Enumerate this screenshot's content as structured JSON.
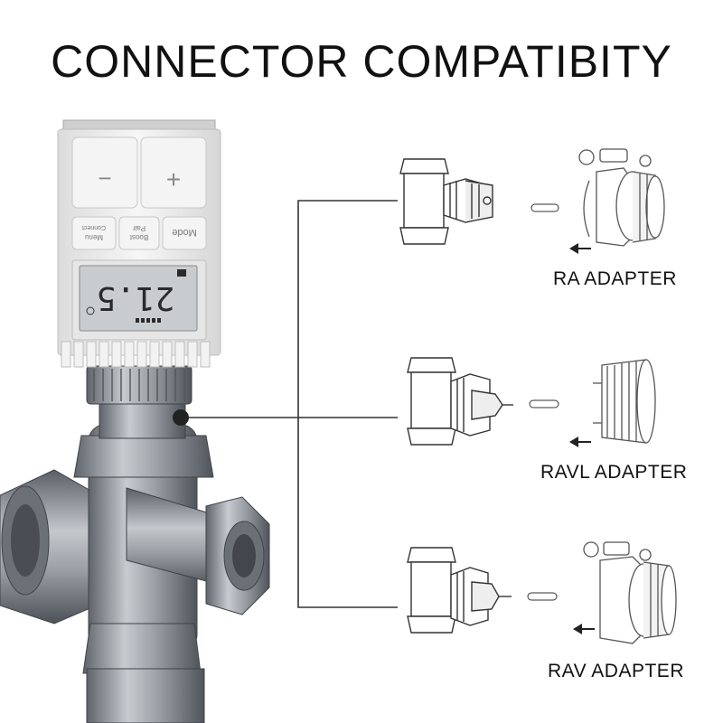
{
  "title": "CONNECTOR COMPATIBITY",
  "thermostat": {
    "minus_label": "−",
    "plus_label": "+",
    "button_menu": "Menu",
    "button_connect": "Connect",
    "button_pair": "Pair",
    "button_boost": "Boost",
    "button_mode": "Mode",
    "display_value": "21.5"
  },
  "adapters": [
    {
      "label": "RA ADAPTER"
    },
    {
      "label": "RAVL ADAPTER"
    },
    {
      "label": "RAV ADAPTER"
    }
  ],
  "colors": {
    "line": "#333333",
    "device_body": "#eeeeee",
    "metal": "#8f9399",
    "lcd": "#c9ccce"
  }
}
